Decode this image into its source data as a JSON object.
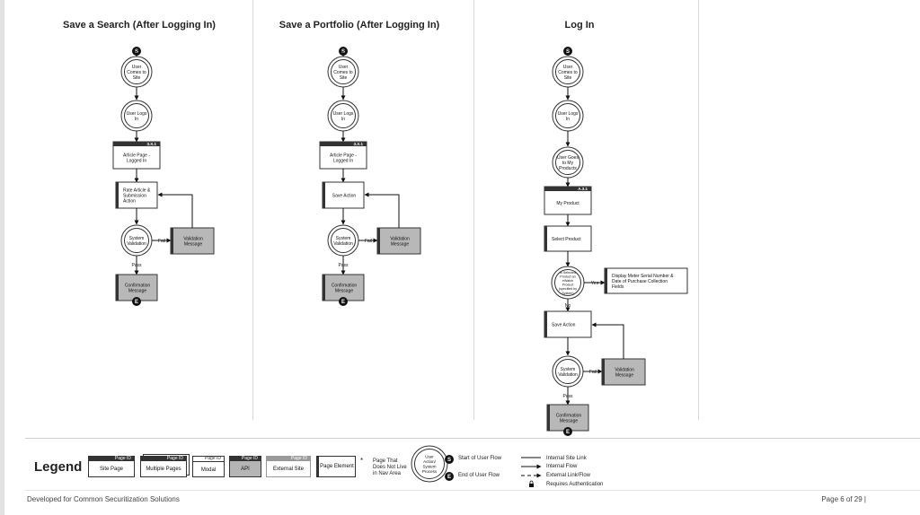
{
  "columns": [
    {
      "title": "Save a Search (After Logging In)"
    },
    {
      "title": "Save a Portfolio (After Logging In)"
    },
    {
      "title": "Log In"
    }
  ],
  "flows": [
    {
      "start_label": "S",
      "end_label": "E",
      "user_arrives": [
        "User",
        "Comes to",
        "Site"
      ],
      "user_logs": [
        "User Logs",
        "In"
      ],
      "page_id": "3.X.1",
      "page_title": [
        "Article Page -",
        "Logged In"
      ],
      "action": [
        "Rate Article &",
        "Submission",
        "Action"
      ],
      "validation": [
        "System",
        "Validation"
      ],
      "fail_label": "Fail",
      "pass_label": "Pass",
      "message": [
        "Validation",
        "Message"
      ],
      "confirmation": [
        "Confirmation",
        "Message"
      ]
    },
    {
      "start_label": "S",
      "end_label": "E",
      "user_arrives": [
        "User",
        "Comes to",
        "Site"
      ],
      "user_logs": [
        "User Logs",
        "In"
      ],
      "page_id": "3.X.1",
      "page_title": [
        "Article Page -",
        "Logged In"
      ],
      "action": [
        "Save Action"
      ],
      "validation": [
        "System",
        "Validation"
      ],
      "fail_label": "Fail",
      "pass_label": "Pass",
      "message": [
        "Validation",
        "Message"
      ],
      "confirmation": [
        "Confirmation",
        "Message"
      ]
    }
  ],
  "login_flow": {
    "start_label": "S",
    "end_label": "E",
    "user_arrives": [
      "User",
      "Comes to",
      "Site"
    ],
    "user_logs": [
      "User Logs",
      "In"
    ],
    "user_goes": [
      "User Goes",
      "to My",
      "Products"
    ],
    "page_id": "A.3.1",
    "page_title": "My Product",
    "select": "Select Product",
    "decision": [
      "Is Selected",
      "Product an",
      "eWatch",
      "Product",
      "(specified by",
      "System)"
    ],
    "yes_label": "Yes",
    "no_label": "No",
    "display": [
      "Display Meter Serial Number &",
      "Date of Purchase Collection",
      "Fields"
    ],
    "save": "Save Action",
    "validation": [
      "System",
      "Validation"
    ],
    "fail_label": "Fail",
    "pass_label": "Pass",
    "message": [
      "Validation",
      "Message"
    ],
    "confirmation": [
      "Confirmation",
      "Message"
    ]
  },
  "legend": {
    "title": "Legend",
    "page_id": "Page ID",
    "site_page": "Site Page",
    "multiple_pages": "Multiple Pages",
    "modal": "Modal",
    "api": "API",
    "external_site": "External Site",
    "page_element": "Page Element",
    "bullet": "*",
    "not_in_nav": [
      "Page That",
      "Does Not Live",
      "in Nav Area"
    ],
    "circle": [
      "User",
      "Action/",
      "System",
      "Process"
    ],
    "start_symbol": "S",
    "start_text": "Start of User Flow",
    "end_symbol": "E",
    "end_text": "End of User Flow",
    "internal_site_link": "Internal Site Link",
    "internal_flow": "Internal Flow",
    "external_link": "External Link/Flow",
    "requires_auth": "Requires Authentication"
  },
  "footer": {
    "left": "Developed for Common Securitization Solutions",
    "right": "Page 6 of 29  |"
  }
}
